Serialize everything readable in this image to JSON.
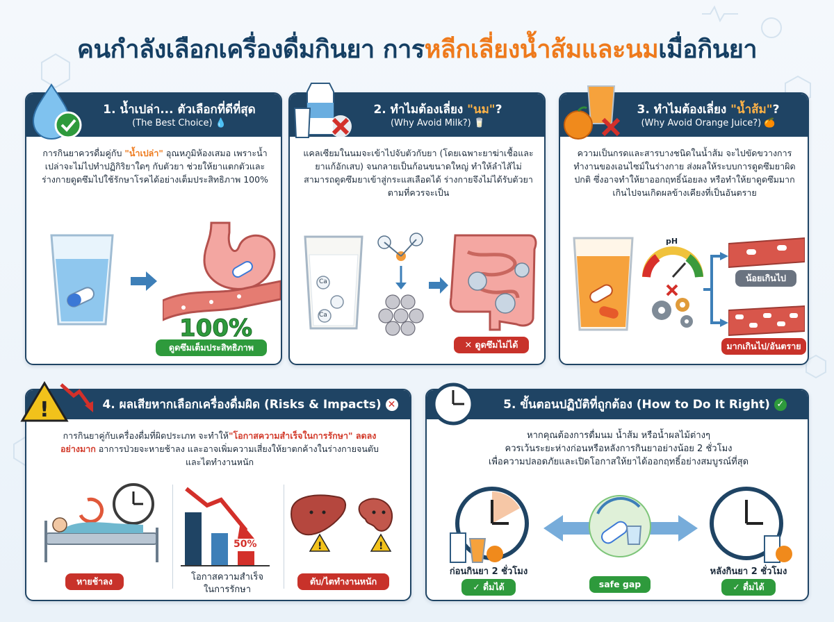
{
  "title": {
    "part1": "คนกำลังเลือกเครื่องดื่มกินยา การ",
    "highlight": "หลีกเลี่ยงน้ำส้มและนม",
    "part2": "เมื่อกินยา"
  },
  "colors": {
    "navy": "#1f4464",
    "orange": "#ee7a1c",
    "green": "#2e9a3c",
    "red": "#c8322a"
  },
  "card1": {
    "title": "1. น้ำเปล่า... ตัวเลือกที่ดีที่สุด",
    "subtitle": "(The Best Choice) 💧",
    "text_a": "การกินยาควรดื่มคู่กับ ",
    "text_hl": "\"น้ำเปล่า\"",
    "text_b": " อุณหภูมิห้องเสมอ เพราะน้ำเปล่าจะไม่ไปทำปฏิกิริยาใดๆ กับตัวยา ช่วยให้ยาแตกตัวและร่างกายดูดซึมไปใช้รักษาโรคได้อย่างเต็มประสิทธิภาพ 100%",
    "big_percent": "100%",
    "badge": "ดูดซึมเต็มประสิทธิภาพ"
  },
  "card2": {
    "title_a": "2. ทำไมต้องเลี่ยง ",
    "title_hl": "\"นม\"",
    "title_b": "?",
    "subtitle": "(Why Avoid Milk?) 🥛",
    "text": "แคลเซียมในนมจะเข้าไปจับตัวกับยา (โดยเฉพาะยาฆ่าเชื้อและยาแก้อักเสบ) จนกลายเป็นก้อนขนาดใหญ่ ทำให้ลำไส้ไม่สามารถดูดซึมยาเข้าสู่กระแสเลือดได้ ร่างกายจึงไม่ได้รับตัวยาตามที่ควรจะเป็น",
    "badge": "✕ ดูดซึมไม่ได้",
    "ca": "Ca"
  },
  "card3": {
    "title_a": "3. ทำไมต้องเลี่ยง ",
    "title_hl": "\"น้ำส้ม\"",
    "title_b": "?",
    "subtitle": "(Why Avoid Orange Juice?) 🍊",
    "text": "ความเป็นกรดและสารบางชนิดในน้ำส้ม จะไปขัดขวางการทำงานของเอนไซม์ในร่างกาย ส่งผลให้ระบบการดูดซึมยาผิดปกติ ซึ่งอาจทำให้ยาออกฤทธิ์น้อยลง หรือทำให้ยาดูดซึมมากเกินไปจนเกิดผลข้างเคียงที่เป็นอันตราย",
    "ph": "pH",
    "badge_low": "น้อยเกินไป",
    "badge_high": "มากเกินไป/อันตราย"
  },
  "card4": {
    "title": "4. ผลเสียหากเลือกเครื่องดื่มผิด (Risks & Impacts)",
    "text_a": "การกินยาคู่กับเครื่องดื่มที่ผิดประเภท จะทำให้",
    "text_hl": "\"โอกาสความสำเร็จในการรักษา\" ลดลงอย่างมาก",
    "text_b": " อาการป่วยจะหายช้าลง และอาจเพิ่มความเสี่ยงให้ยาตกค้างในร่างกายจนตับและไตทำงานหนัก",
    "badge_slow": "หายช้าลง",
    "percent": "50%",
    "chart_caption_1": "โอกาสความสำเร็จ",
    "chart_caption_2": "ในการรักษา",
    "badge_organs": "ตับ/ไตทำงานหนัก"
  },
  "card5": {
    "title": "5. ขั้นตอนปฏิบัติที่ถูกต้อง (How to Do It Right)",
    "text_1": "หากคุณต้องการดื่มนม น้ำส้ม หรือน้ำผลไม้ต่างๆ",
    "text_2": "ควรเว้นระยะห่างก่อนหรือหลังการกินยาอย่างน้อย 2 ชั่วโมง",
    "text_3": "เพื่อความปลอดภัยและเปิดโอกาสให้ยาได้ออกฤทธิ์อย่างสมบูรณ์ที่สุด",
    "before_label": "ก่อนกินยา 2 ชั่วโมง",
    "after_label": "หลังกินยา 2 ชั่วโมง",
    "ok_label": "✓ ดื่มได้",
    "gap_label": "safe gap"
  }
}
